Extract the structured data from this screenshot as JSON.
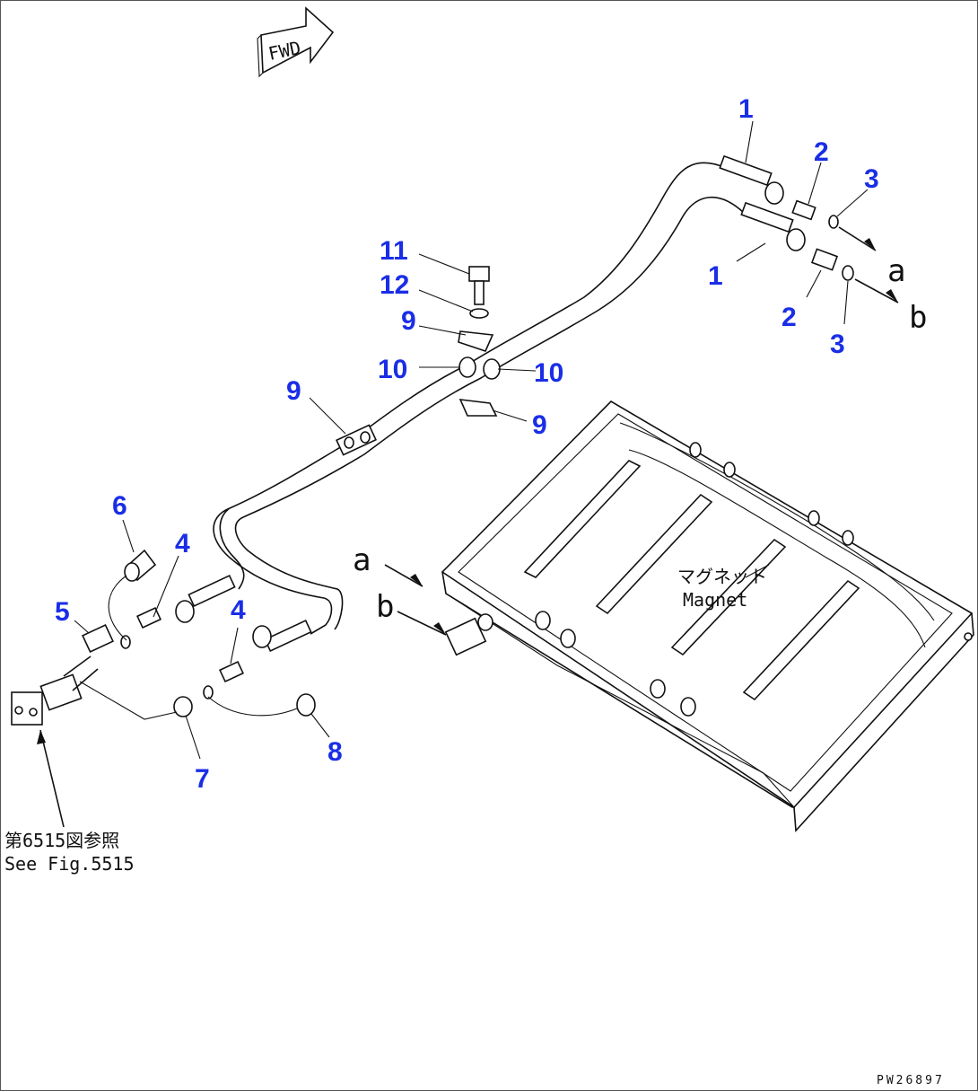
{
  "fwd_label": "FWD",
  "drawing_code": "PW26897",
  "magnet_label_ja": "マグネット",
  "magnet_label_en": "Magnet",
  "reference_ja": "第6515図参照",
  "reference_en": "See Fig.5515",
  "connection_labels": {
    "a_top": "a",
    "b_top": "b",
    "a_left": "a",
    "b_left": "b"
  },
  "callouts": {
    "c1_top": "1",
    "c1_bottom": "1",
    "c2_top": "2",
    "c2_bottom": "2",
    "c3_top": "3",
    "c3_bottom": "3",
    "c4_left": "4",
    "c4_right": "4",
    "c5": "5",
    "c6": "6",
    "c7": "7",
    "c8": "8",
    "c9_top": "9",
    "c9_left": "9",
    "c9_right": "9",
    "c10_left": "10",
    "c10_right": "10",
    "c11": "11",
    "c12": "12"
  },
  "colors": {
    "callout": "#1a2ee6",
    "line": "#111111"
  }
}
